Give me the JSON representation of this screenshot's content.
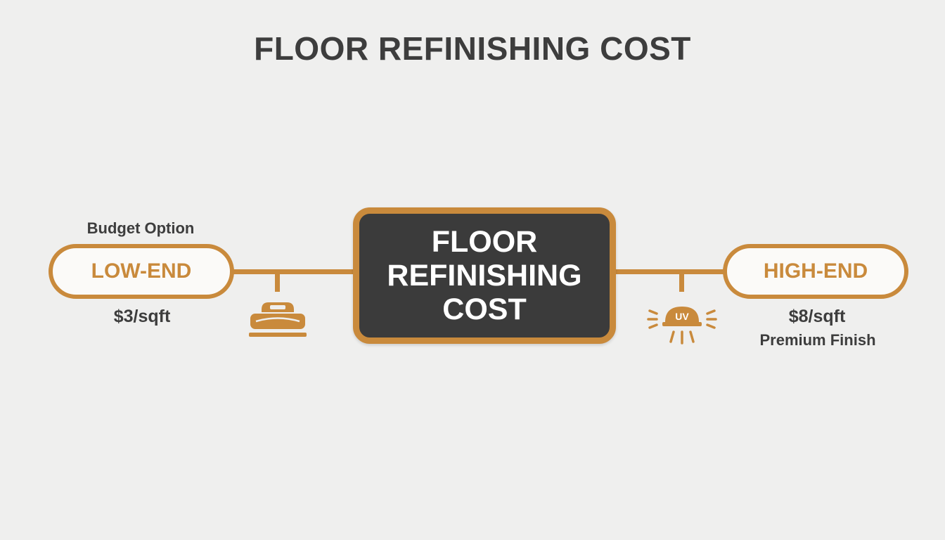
{
  "title": "FLOOR REFINISHING COST",
  "center": {
    "label": "FLOOR REFINISHING COST"
  },
  "low_end": {
    "label": "LOW-END",
    "caption": "Budget Option",
    "price": "$3/sqft",
    "icon": "sanding-machine-icon"
  },
  "high_end": {
    "label": "HIGH-END",
    "price": "$8/sqft",
    "caption": "Premium Finish",
    "icon": "uv-lamp-icon",
    "icon_text": "UV"
  },
  "colors": {
    "accent": "#c98a3c",
    "dark_box": "#3b3b3b",
    "text": "#3d3d3d",
    "background": "#efefee"
  }
}
